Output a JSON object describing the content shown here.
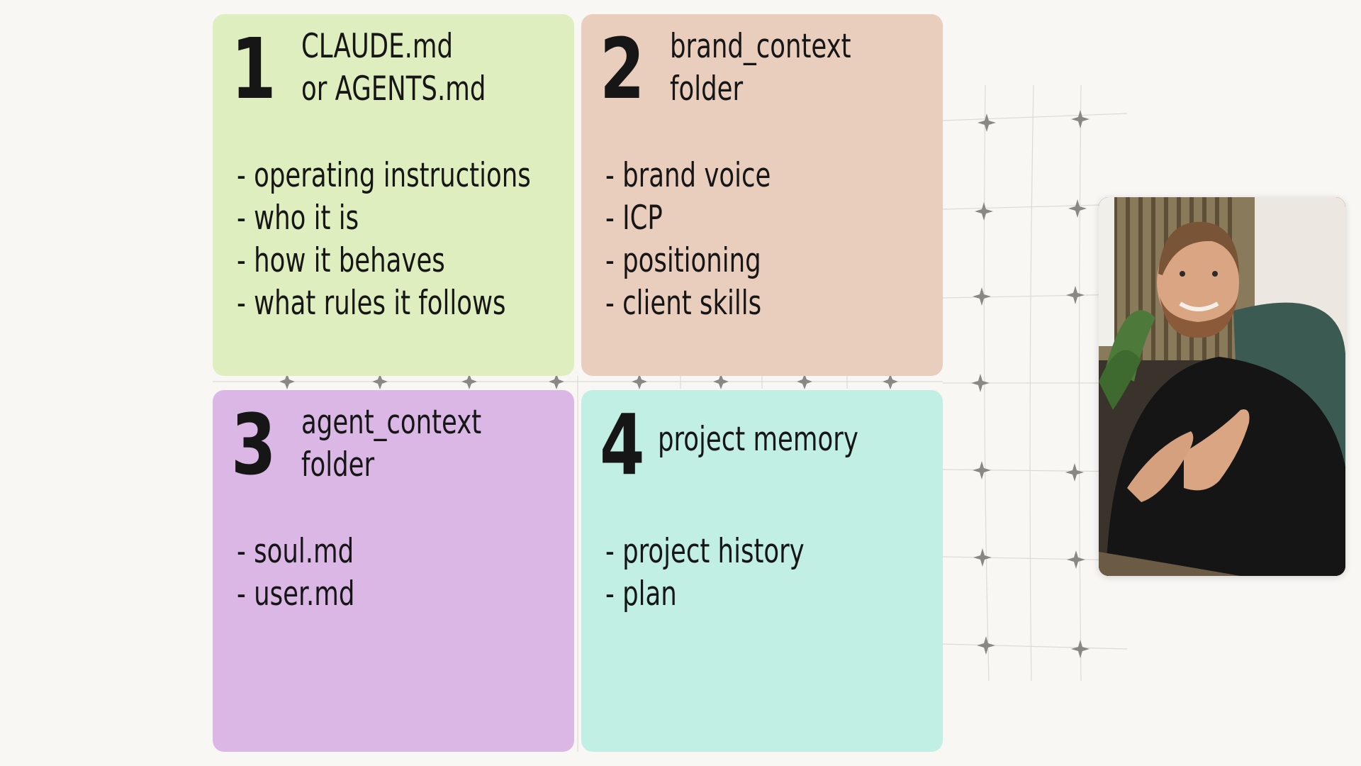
{
  "cards": [
    {
      "number": "1",
      "title_line1": "CLAUDE.md",
      "title_line2": "or AGENTS.md",
      "items": [
        "- operating instructions",
        "- who it is",
        "- how it behaves",
        "- what rules it follows"
      ],
      "color": "#dfeebf"
    },
    {
      "number": "2",
      "title_line1": "brand_context",
      "title_line2": "folder",
      "items": [
        "- brand voice",
        "- ICP",
        "- positioning",
        "- client skills"
      ],
      "color": "#e9cdbd"
    },
    {
      "number": "3",
      "title_line1": "agent_context",
      "title_line2": "folder",
      "items": [
        "- soul.md",
        "- user.md"
      ],
      "color": "#dbb7e6"
    },
    {
      "number": "4",
      "title_line1": "project memory",
      "items": [
        "- project history",
        "- plan"
      ],
      "color": "#c2efe4"
    }
  ]
}
